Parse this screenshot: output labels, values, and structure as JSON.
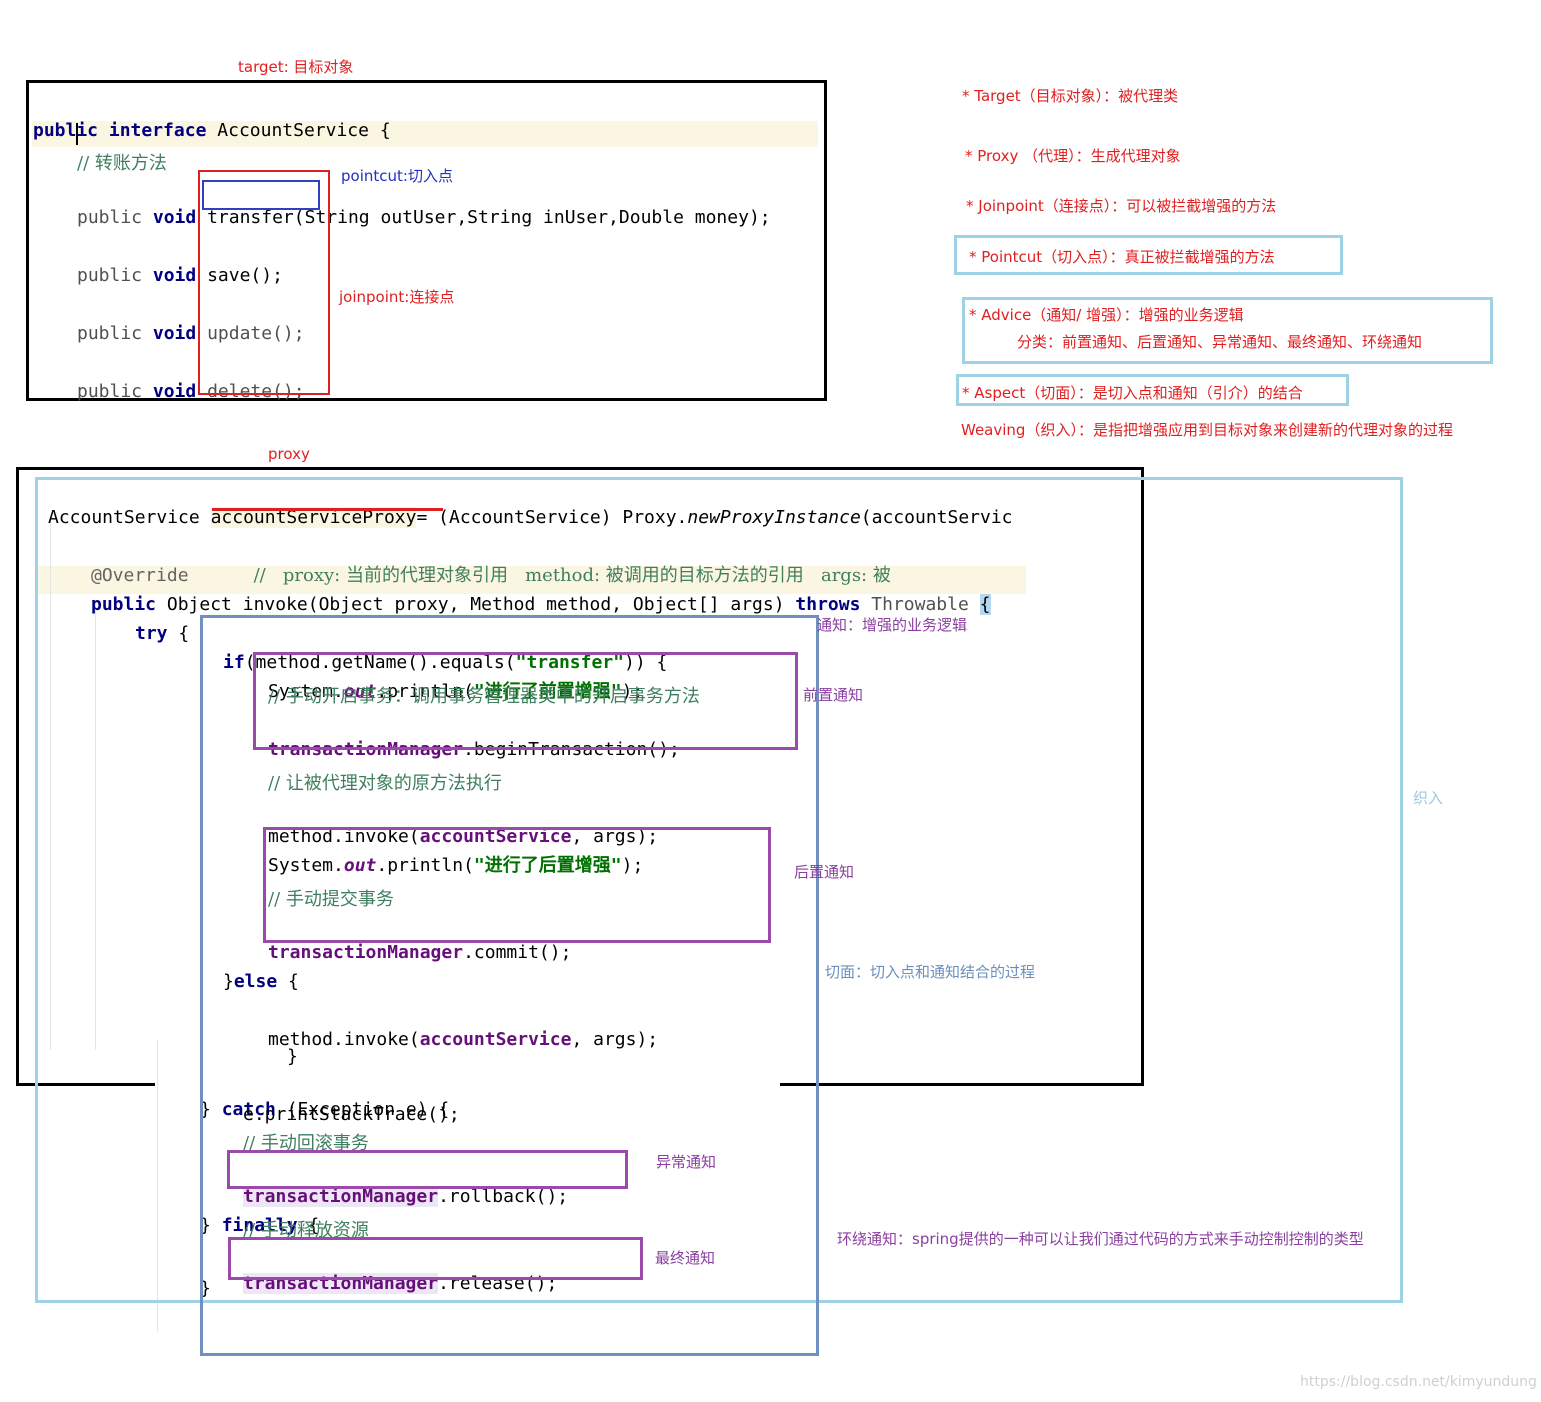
{
  "labels": {
    "target": "target: 目标对象",
    "pointcut": "pointcut:切入点",
    "joinpoint": "joinpoint:连接点",
    "proxy": "proxy",
    "advice": "通知：增强的业务逻辑",
    "before": "前置通知",
    "after": "后置通知",
    "aspect": "切面：切入点和通知结合的过程",
    "exception": "异常通知",
    "finally": "最终通知",
    "around": "环绕通知：spring提供的一种可以让我们通过代码的方式来手动控制控制的类型",
    "weaving": "织入"
  },
  "definitions": {
    "target": "* Target（目标对象）：被代理类",
    "proxy": "* Proxy （代理）：生成代理对象",
    "joinpoint": "* Joinpoint（连接点）：可以被拦截增强的方法",
    "pointcut": "* Pointcut（切入点）：真正被拦截增强的方法",
    "advice": "* Advice（通知/ 增强）：增强的业务逻辑",
    "advice_types": "分类：前置通知、后置通知、异常通知、最终通知、环绕通知",
    "aspect": "* Aspect（切面）：是切入点和通知（引介）的结合",
    "weaving": "Weaving（织入）：是指把增强应用到目标对象来创建新的代理对象的过程"
  },
  "interface_code": {
    "decl_kw1": "public",
    "decl_kw2": "interface",
    "decl_name": "AccountService {",
    "cursor": "|",
    "comment": "// 转账方法",
    "m_public": "public",
    "m_void": "void",
    "m1_name": "transfer(",
    "m1_rest": "String outUser,String inUser,Double money);",
    "m2": "save();",
    "m3": "update();",
    "m4": "delete();"
  },
  "proxy_code": {
    "l1_type": "AccountService ",
    "l1_var": "accountServiceProxy",
    "l1_rest": "= (AccountService) Proxy.",
    "l1_method": "newProxyInstance",
    "l1_arg": "(accountServic",
    "l2_ann": "@Override",
    "l2_comment": "//   proxy: 当前的代理对象引用   method: 被调用的目标方法的引用   args: 被",
    "l3_public": "public",
    "l3_sig": " Object invoke(Object proxy, Method method, Object[] args) ",
    "l3_throws": "throws",
    "l3_throwable": " Throwable ",
    "l3_brace": "{",
    "try": "try",
    "brace_open": " {",
    "if_kw": "if",
    "if_rest": "(method.getName().equals(",
    "if_str": "\"transfer\"",
    "if_end": ")) {",
    "sys1_a": "System.",
    "sys1_out": "out",
    "sys1_b": ".println(",
    "sys1_str": "\"进行了前置增强\"",
    "sys1_end": ");",
    "c_begin": "// 手动开启事务：调用事务管理器类中的开启事务方法",
    "tm": "transactionManager",
    "begin": ".beginTransaction();",
    "c_invoke": "// 让被代理对象的原方法执行",
    "invoke_a": "method.invoke(",
    "invoke_field": "accountService",
    "invoke_b": ", args);",
    "sys2_str": "\"进行了后置增强\"",
    "c_commit": "// 手动提交事务",
    "commit": ".commit();",
    "else_a": "}",
    "else_kw": "else",
    "close_brace": "}",
    "catch_kw": "catch",
    "catch_rest": " (Exception e) {",
    "print_trace": "e.printStackTrace();",
    "c_rollback": "// 手动回滚事务",
    "rollback": ".rollback();",
    "finally_kw": "finally",
    "c_release": "// 手动释放资源",
    "release": ".release();"
  },
  "watermark": "https://blog.csdn.net/kimyundung",
  "colors": {
    "red_box": "#e02020",
    "blue_box": "#3040c0",
    "purple_box": "#9a4aa8",
    "lightblue_box": "#9ed2e4",
    "steel_box": "#7090c0"
  }
}
